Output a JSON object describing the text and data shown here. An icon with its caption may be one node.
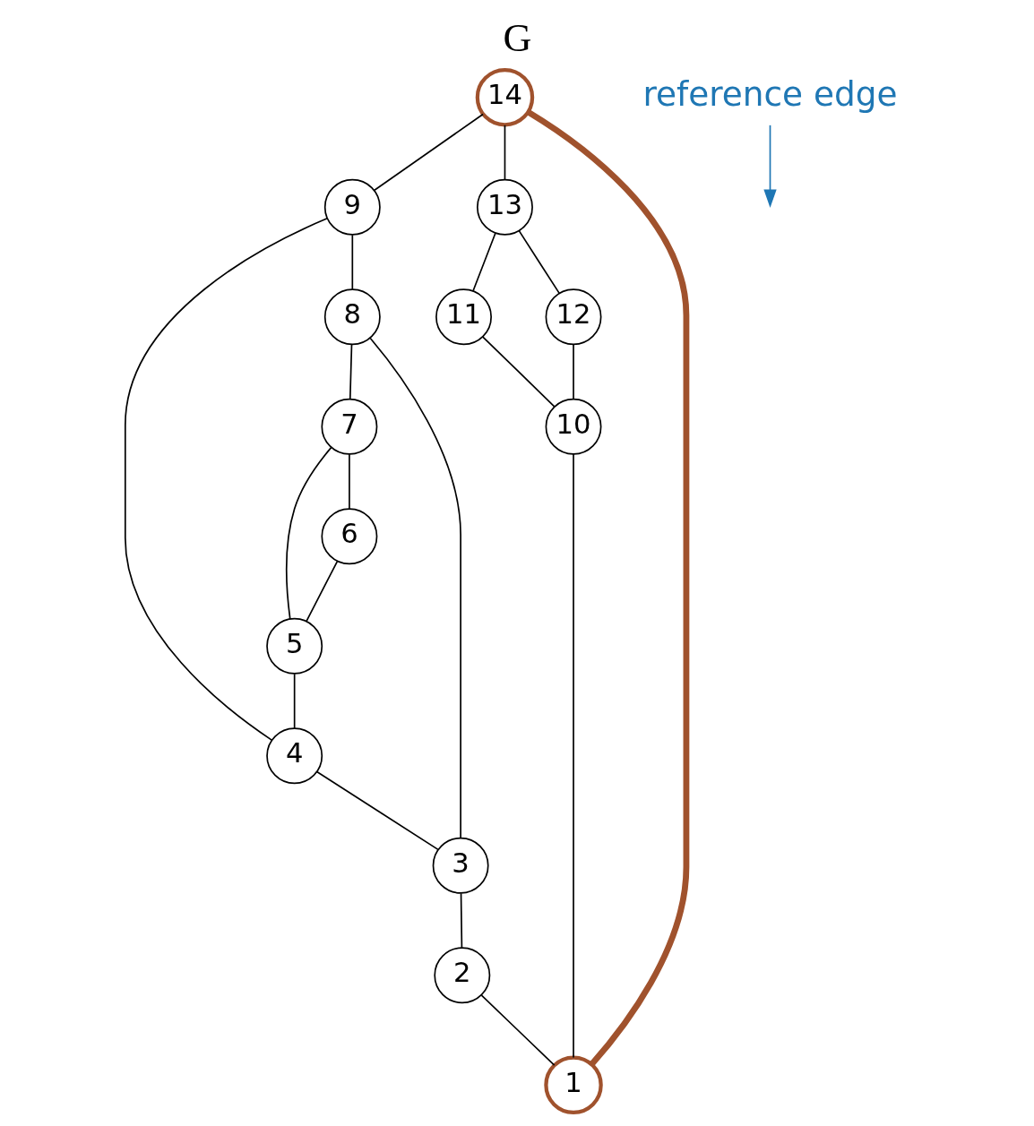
{
  "diagram": {
    "title": "G",
    "nodes": [
      {
        "text": [
          "14"
        ]
      },
      {
        "text": [
          "9"
        ]
      },
      {
        "text": [
          "8"
        ]
      },
      {
        "text": [
          "13"
        ]
      },
      {
        "text": [
          "7"
        ]
      },
      {
        "text": [
          "6"
        ]
      },
      {
        "text": [
          "11"
        ]
      },
      {
        "text": [
          "12"
        ]
      },
      {
        "text": [
          "5"
        ]
      },
      {
        "text": [
          "4"
        ]
      },
      {
        "text": [
          "10"
        ]
      },
      {
        "text": [
          "3"
        ]
      },
      {
        "text": [
          "2"
        ]
      },
      {
        "text": [
          "1"
        ]
      },
      {
        "text": [
          "reference edge"
        ]
      }
    ],
    "edges": [
      {
        "from": 0,
        "to": 1,
        "arrow": "none"
      },
      {
        "from": 1,
        "to": 2,
        "arrow": "none"
      },
      {
        "from": 2,
        "to": 4,
        "arrow": "none"
      },
      {
        "from": 2,
        "to": 11,
        "arrow": "none"
      },
      {
        "from": 4,
        "to": 5,
        "arrow": "none"
      },
      {
        "from": 4,
        "to": 8,
        "arrow": "none"
      },
      {
        "from": 5,
        "to": 8,
        "arrow": "none"
      },
      {
        "from": 8,
        "to": 9,
        "arrow": "none"
      },
      {
        "from": 1,
        "to": 9,
        "arrow": "none"
      },
      {
        "from": 9,
        "to": 11,
        "arrow": "none"
      },
      {
        "from": 11,
        "to": 12,
        "arrow": "none"
      },
      {
        "from": 12,
        "to": 13,
        "arrow": "none"
      },
      {
        "from": 0,
        "to": 3,
        "arrow": "none"
      },
      {
        "from": 3,
        "to": 6,
        "arrow": "none"
      },
      {
        "from": 3,
        "to": 7,
        "arrow": "none"
      },
      {
        "from": 6,
        "to": 10,
        "arrow": "none"
      },
      {
        "from": 7,
        "to": 10,
        "arrow": "none"
      },
      {
        "from": 10,
        "to": 13,
        "arrow": "none"
      },
      {
        "from": 0,
        "to": 13,
        "arrow": "none",
        "style": "thick",
        "color": "#a0522d"
      },
      {
        "from": 14,
        "to": null,
        "arrow": "to",
        "color": "#1f77b4"
      }
    ]
  }
}
